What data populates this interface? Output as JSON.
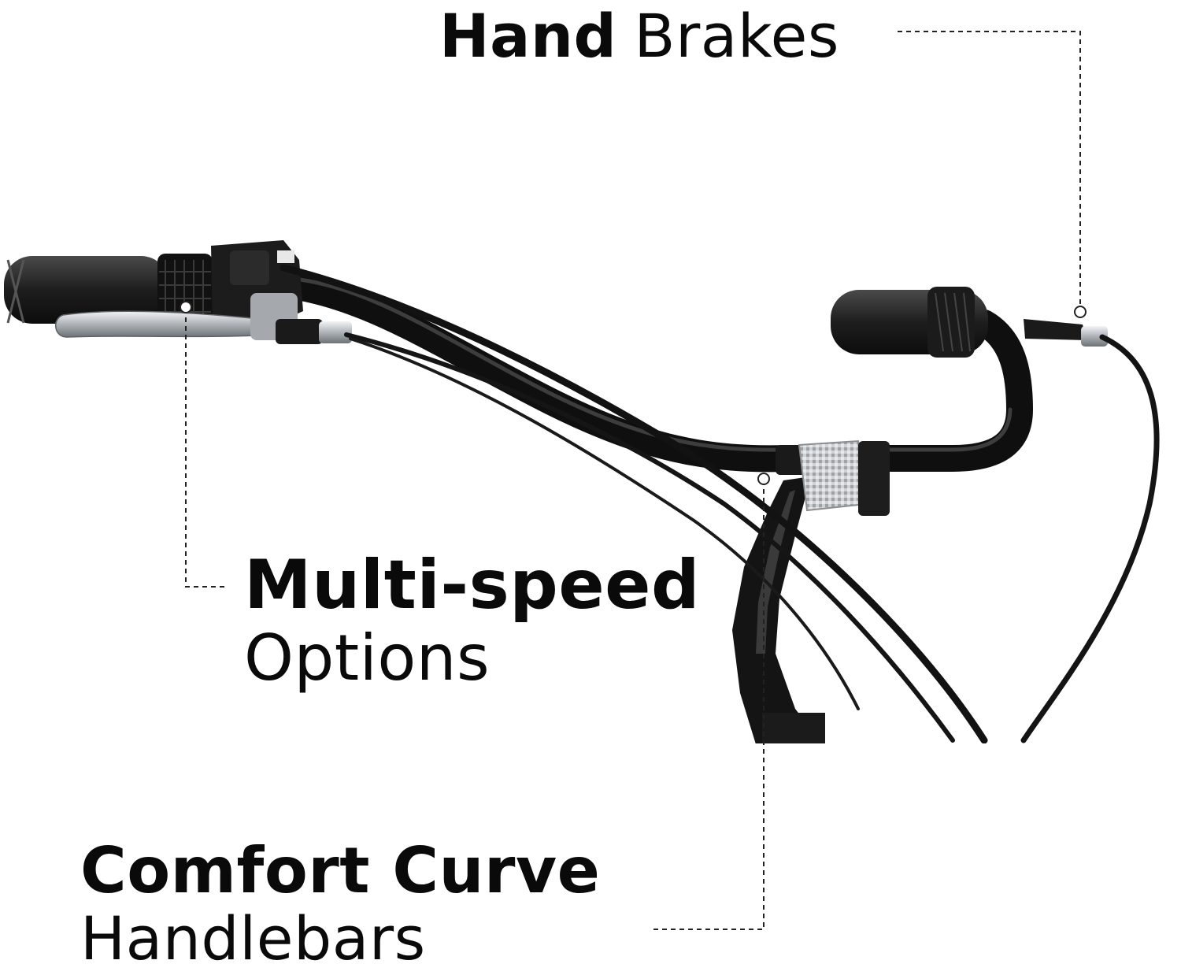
{
  "callouts": {
    "hand_brakes": {
      "bold": "Hand",
      "regular": "Brakes"
    },
    "multi_speed": {
      "bold": "Multi-speed",
      "regular": "Options"
    },
    "comfort_curve": {
      "bold": "Comfort Curve",
      "regular": "Handlebars"
    }
  },
  "colors": {
    "background": "#ffffff",
    "text": "#0a0a0a",
    "bar": "#111111",
    "grip": "#2a2a2a",
    "chrome": "#c9cdd1"
  }
}
